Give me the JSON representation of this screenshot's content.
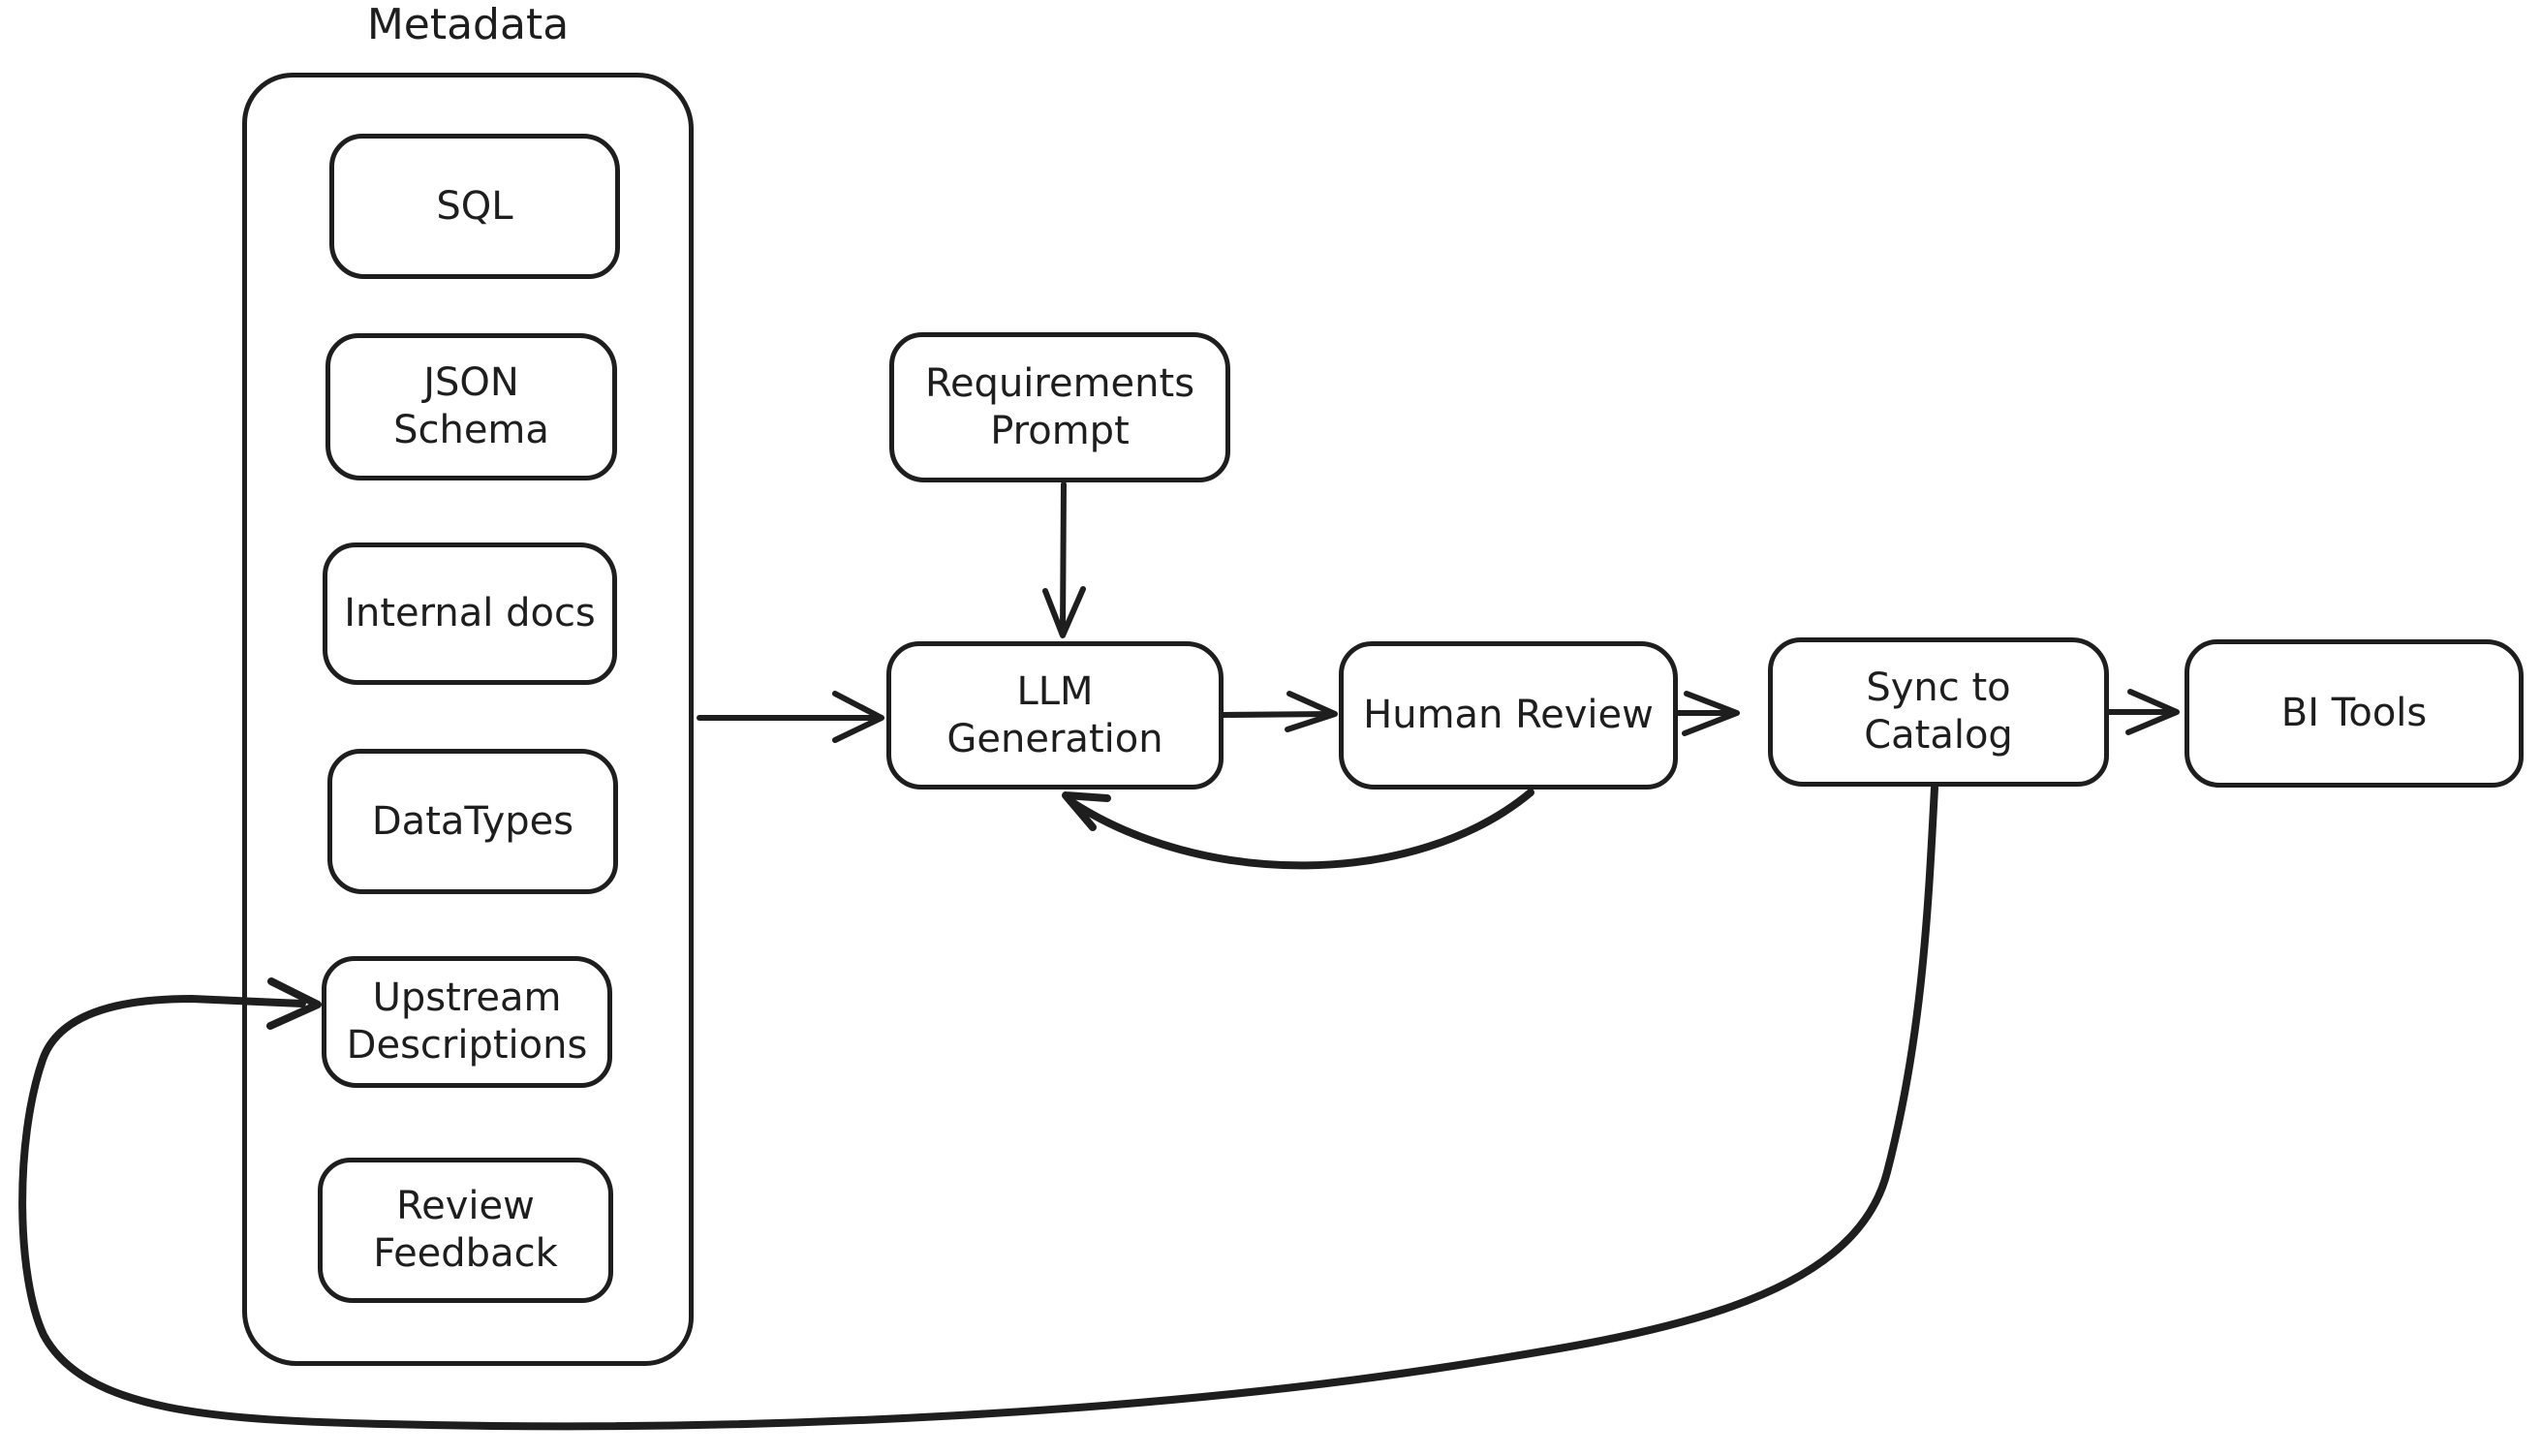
{
  "colors": {
    "background": "#ffffff",
    "stroke": "#1e1e1e"
  },
  "nodes": {
    "metadata_group": "Metadata",
    "sql": "SQL",
    "json_schema": "JSON Schema",
    "internal_docs": "Internal docs",
    "datatypes": "DataTypes",
    "upstream_descriptions": "Upstream Descriptions",
    "review_feedback": "Review Feedback",
    "requirements_prompt": "Requirements Prompt",
    "llm_generation": "LLM Generation",
    "human_review": "Human Review",
    "sync_to_catalog": "Sync to Catalog",
    "bi_tools": "BI Tools"
  },
  "edges": [
    {
      "from": "Metadata",
      "to": "LLM Generation",
      "desc": "Metadata to LLM Generation"
    },
    {
      "from": "Requirements Prompt",
      "to": "LLM Generation",
      "desc": "Requirements Prompt to LLM Generation"
    },
    {
      "from": "LLM Generation",
      "to": "Human Review",
      "desc": "LLM Generation to Human Review"
    },
    {
      "from": "Human Review",
      "to": "Sync to Catalog",
      "desc": "Human Review to Sync to Catalog"
    },
    {
      "from": "Sync to Catalog",
      "to": "BI Tools",
      "desc": "Sync to Catalog to BI Tools"
    },
    {
      "from": "Human Review",
      "to": "LLM Generation",
      "desc": "Human Review feedback curve back to LLM Generation"
    },
    {
      "from": "Sync to Catalog",
      "to": "Upstream Descriptions",
      "desc": "Sync to Catalog long loop back to Upstream Descriptions"
    }
  ]
}
